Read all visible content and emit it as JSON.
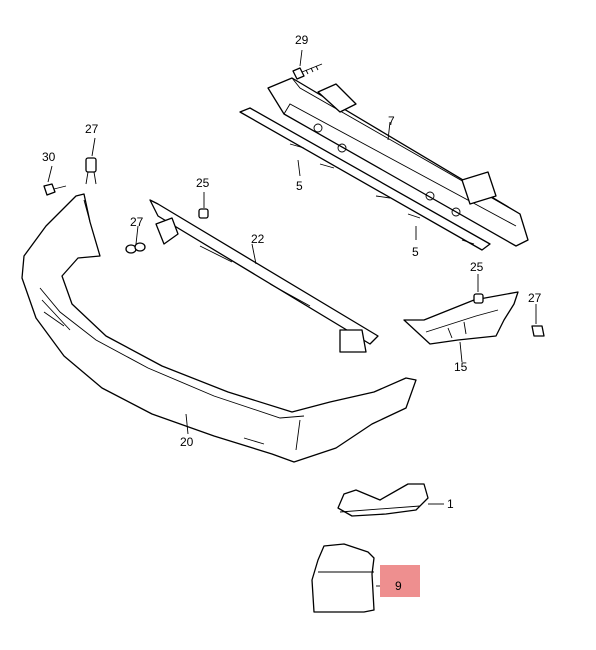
{
  "labels": {
    "p1": "1",
    "p5a": "5",
    "p5b": "5",
    "p7": "7",
    "p9": "9",
    "p15": "15",
    "p20": "20",
    "p22": "22",
    "p25a": "25",
    "p25b": "25",
    "p27a": "27",
    "p27b": "27",
    "p27c": "27",
    "p29": "29",
    "p30": "30"
  },
  "highlight_color": "#ee8f8f"
}
